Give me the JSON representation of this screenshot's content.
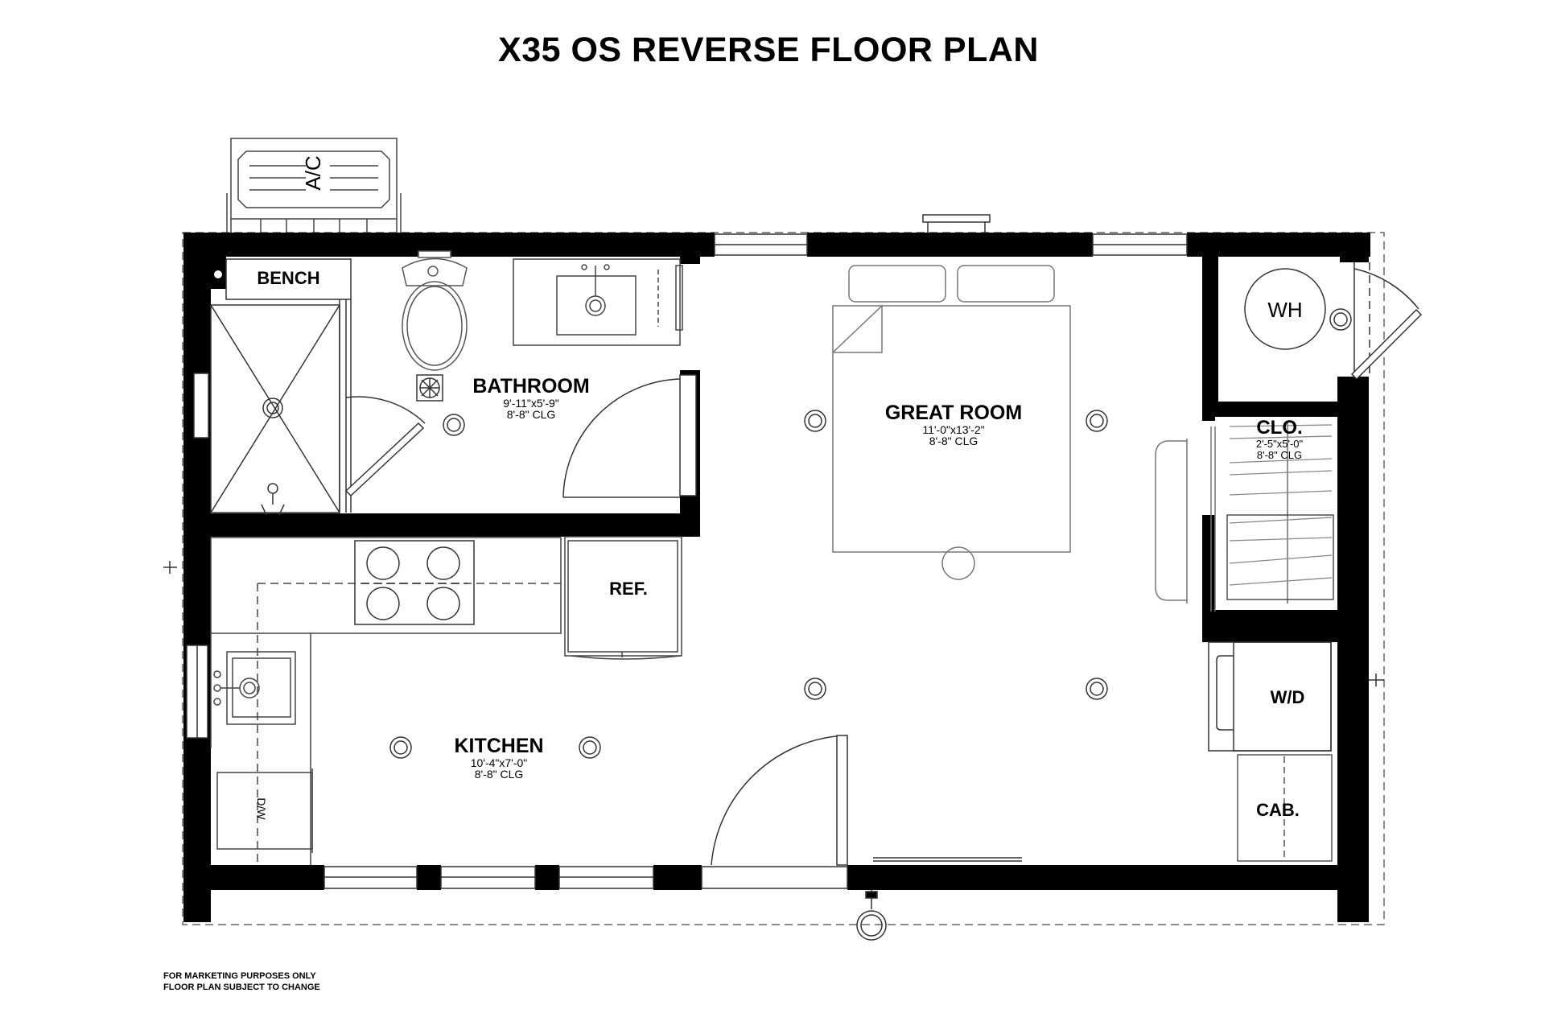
{
  "title": "X35 OS REVERSE FLOOR PLAN",
  "rooms": [
    {
      "name": "BATHROOM",
      "dimensions": "9'-11\"x5'-9\"",
      "ceiling": "8'-8\" CLG"
    },
    {
      "name": "GREAT ROOM",
      "dimensions": "11'-0\"x13'-2\"",
      "ceiling": "8'-8\" CLG"
    },
    {
      "name": "CLO.",
      "dimensions": "2'-5\"x5'-0\"",
      "ceiling": "8'-8\" CLG"
    },
    {
      "name": "KITCHEN",
      "dimensions": "10'-4\"x7'-0\"",
      "ceiling": "8'-8\" CLG"
    }
  ],
  "fixtures": {
    "bench": "BENCH",
    "ac": "A/C",
    "water_heater": "WH",
    "refrigerator": "REF.",
    "washer_dryer": "W/D",
    "cabinet": "CAB.",
    "dishwasher": "D/W"
  },
  "disclaimer": {
    "line1": "FOR MARKETING PURPOSES ONLY",
    "line2": "FLOOR PLAN SUBJECT TO CHANGE"
  },
  "colors": {
    "wall": "#000000",
    "line": "#333333",
    "light_line": "#888888",
    "background": "#ffffff"
  }
}
